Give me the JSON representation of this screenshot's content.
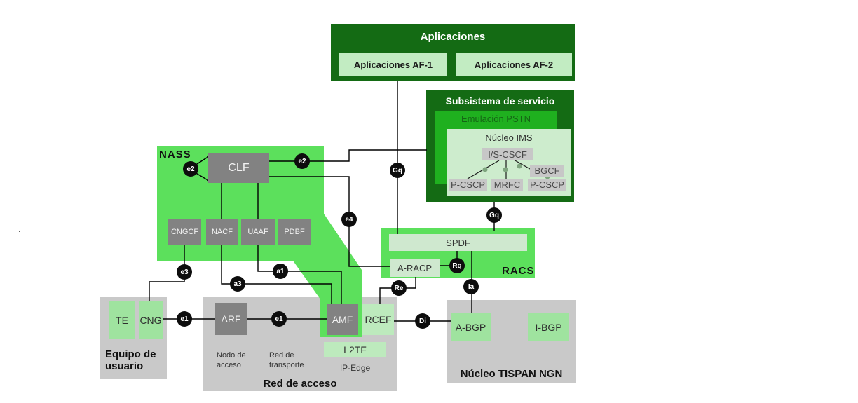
{
  "colors": {
    "dark_green": "#146b14",
    "medium_green": "#1fb01f",
    "bright_green": "#5ce05c",
    "pale_green": "#cdeccd",
    "soft_green": "#c2ecc2",
    "mint_green": "#bdeabd",
    "node_green": "#9fe39f",
    "gray_container": "#c9c9c9",
    "gray_node": "#828282",
    "gray_chip": "#c7c7c7",
    "line_black": "#000000"
  },
  "aplicaciones": {
    "title": "Aplicaciones",
    "af1": "Aplicaciones AF-1",
    "af2": "Aplicaciones AF-2"
  },
  "subsistema": {
    "title": "Subsistema de servicio",
    "emulacion": "Emulación PSTN",
    "nucleo_ims": "Núcleo IMS",
    "is_cscf": "I/S-CSCF",
    "bgcf": "BGCF",
    "p_cscp_left": "P-CSCP",
    "mrfc": "MRFC",
    "p_cscp_right": "P-CSCP"
  },
  "nass": {
    "title": "NASS",
    "clf": "CLF",
    "cngcf": "CNGCF",
    "nacf": "NACF",
    "uaaf": "UAAF",
    "pdbf": "PDBF"
  },
  "racs": {
    "title": "RACS",
    "spdf": "SPDF",
    "a_racp": "A-RACP"
  },
  "equipo_usuario": {
    "title": "Equipo de usuario",
    "te": "TE",
    "cng": "CNG"
  },
  "red_acceso": {
    "title": "Red de acceso",
    "arf": "ARF",
    "amf": "AMF",
    "rcef": "RCEF",
    "l2tf": "L2TF",
    "nodo_acceso": "Nodo de acceso",
    "red_transporte": "Red de transporte",
    "ip_edge": "IP-Edge"
  },
  "nucleo_tispan": {
    "title": "Núcleo TISPAN NGN",
    "a_bgp": "A-BGP",
    "i_bgp": "I-BGP"
  },
  "interfaces": [
    {
      "id": "e2-left",
      "label": "e2"
    },
    {
      "id": "e2-right",
      "label": "e2"
    },
    {
      "id": "e4",
      "label": "e4"
    },
    {
      "id": "e3",
      "label": "e3"
    },
    {
      "id": "a3",
      "label": "a3"
    },
    {
      "id": "a1",
      "label": "a1"
    },
    {
      "id": "e1-left",
      "label": "e1"
    },
    {
      "id": "e1-right",
      "label": "e1"
    },
    {
      "id": "gq-top",
      "label": "Gq"
    },
    {
      "id": "gq-right",
      "label": "Gq"
    },
    {
      "id": "rq",
      "label": "Rq"
    },
    {
      "id": "re",
      "label": "Re"
    },
    {
      "id": "ia",
      "label": "Ia"
    },
    {
      "id": "di",
      "label": "Di"
    }
  ],
  "misc": {
    "stray_dot": "."
  }
}
